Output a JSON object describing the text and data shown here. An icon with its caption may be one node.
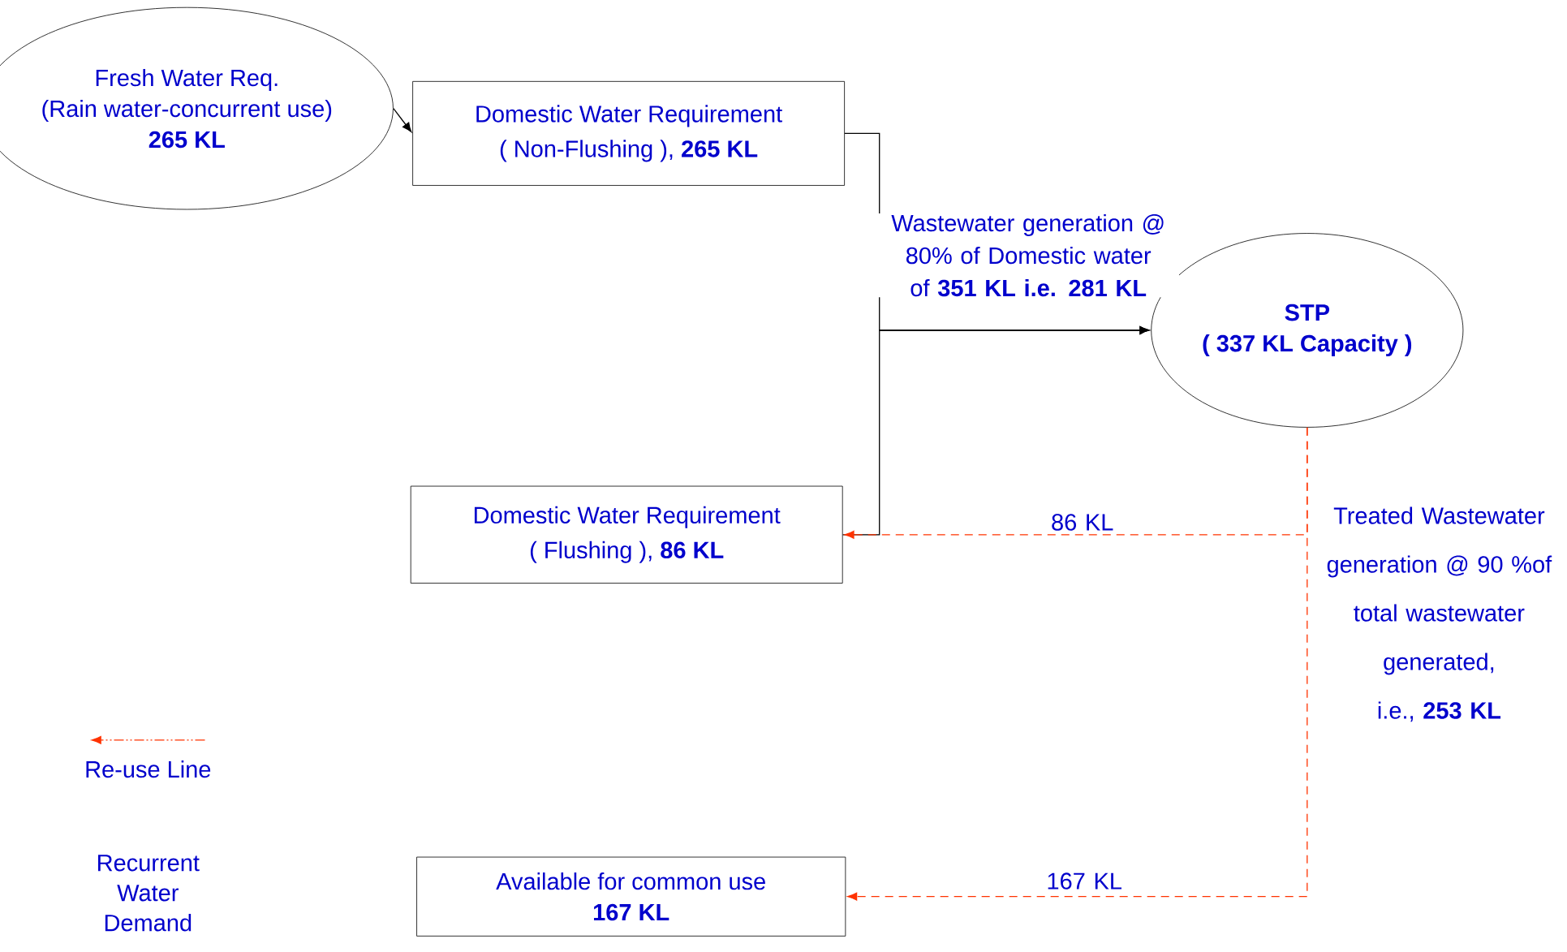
{
  "diagram": {
    "nodes": [
      {
        "text": [
          "Fresh Water Req.",
          "(Rain water-concurrent use)",
          "265 KL"
        ]
      },
      {
        "text": [
          "Domestic Water Requirement",
          "( Non-Flushing ), **265 KL**"
        ]
      },
      {
        "text": [
          "STP",
          "( 337 KL Capacity  )"
        ]
      },
      {
        "text": [
          "Domestic Water Requirement",
          "( Flushing ), **86 KL**"
        ]
      },
      {
        "text": [
          "Available for common use",
          "167 KL"
        ]
      }
    ],
    "edges": [
      {
        "from": 0,
        "to": 1,
        "arrow": "to"
      },
      {
        "from": 1,
        "to": 2,
        "arrow": "to",
        "label": "Wastewater generation @ 80% of Domestic water of **351 KL i.e. 281 KL**"
      },
      {
        "from": 3,
        "to": 2,
        "arrow": "to"
      },
      {
        "from": 2,
        "to": 3,
        "arrow": "to",
        "style": "dashed",
        "color": "#ff3300",
        "label": "86 KL"
      },
      {
        "from": 2,
        "to": 4,
        "arrow": "to",
        "style": "dashed",
        "color": "#ff3300",
        "label": "167 KL"
      }
    ],
    "labels": [
      "Treated Wastewater generation @ 90 %of total wastewater generated, i.e., **253 KL**",
      "Recurrent Water Demand"
    ],
    "legend": [
      {
        "text": "Re-use Line"
      }
    ]
  }
}
